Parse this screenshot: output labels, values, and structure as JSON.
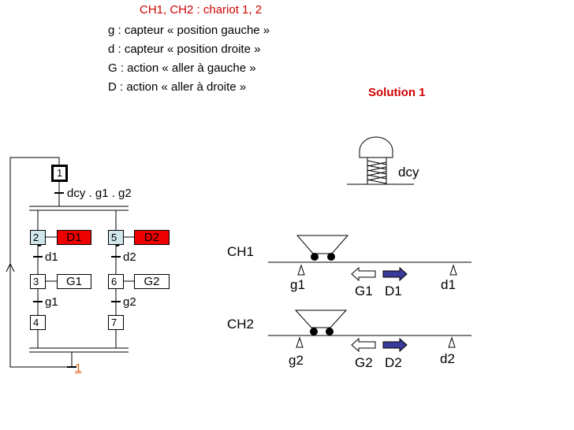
{
  "legend": {
    "title": "CH1, CH2 : chariot 1, 2",
    "lines": [
      "g : capteur « position gauche »",
      "d : capteur « position droite »",
      "G : action « aller à gauche »",
      "D : action « aller à droite »"
    ]
  },
  "solution_label": "Solution 1",
  "button_label": "dcy",
  "grafcet": {
    "init_step": "1",
    "t1": "dcy . g1 . g2",
    "branch_a": {
      "step2": "2",
      "action2": "D1",
      "t_a1": "d1",
      "step3": "3",
      "action3": "G1",
      "t_a2": "g1",
      "step4": "4"
    },
    "branch_b": {
      "step5": "5",
      "action5": "D2",
      "t_b1": "d2",
      "step6": "6",
      "action6": "G2",
      "t_b2": "g2",
      "step7": "7"
    },
    "t_final": "1"
  },
  "system": {
    "ch1": {
      "label": "CH1",
      "left_sensor": "g1",
      "left_action": "G1",
      "right_action": "D1",
      "right_sensor": "d1"
    },
    "ch2": {
      "label": "CH2",
      "left_sensor": "g2",
      "left_action": "G2",
      "right_action": "D2",
      "right_sensor": "d2"
    }
  },
  "colors": {
    "red": "#ee0000",
    "active_step": "#cfe6ea",
    "arrow_fill": "#3a3a9a",
    "orange": "#e06010"
  }
}
